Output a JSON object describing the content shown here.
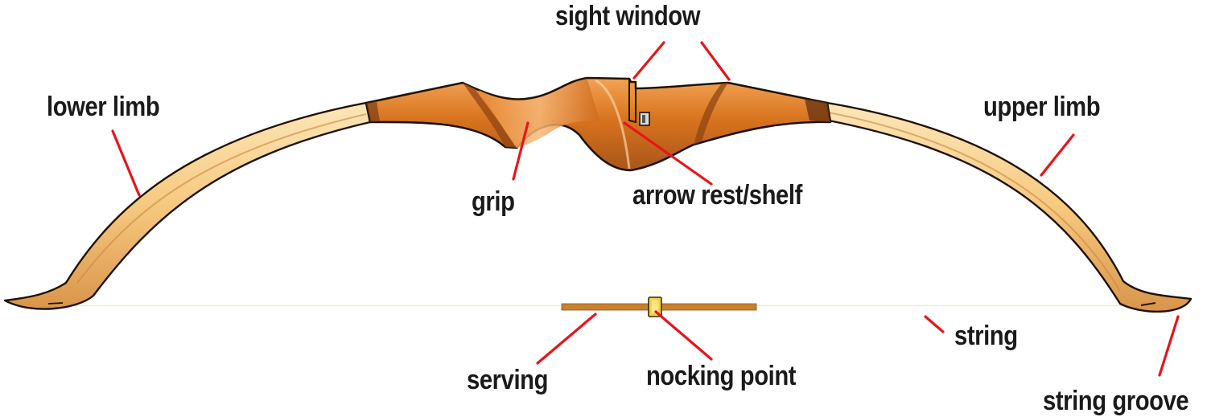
{
  "labels": {
    "sight_window": "sight window",
    "lower_limb": "lower limb",
    "upper_limb": "upper limb",
    "grip": "grip",
    "arrow_rest": "arrow rest/shelf",
    "serving": "serving",
    "nocking_point": "nocking point",
    "string": "string",
    "string_groove": "string groove"
  },
  "colors": {
    "leader": "#e8141b",
    "limb_light": "#fbd9a0",
    "limb_mid": "#e9a94f",
    "riser": "#d9741e",
    "riser_dark": "#8f4513",
    "outline": "#1e1208",
    "string": "#e0ad62"
  }
}
